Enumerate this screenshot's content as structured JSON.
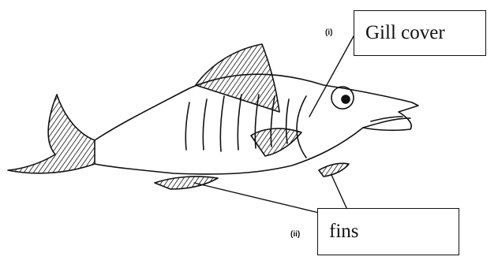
{
  "labels": {
    "gill": {
      "marker": "(i)",
      "text": "Gill cover"
    },
    "fins": {
      "marker": "(ii)",
      "text": "fins"
    }
  },
  "colors": {
    "ink": "#111111",
    "paper": "#ffffff"
  }
}
